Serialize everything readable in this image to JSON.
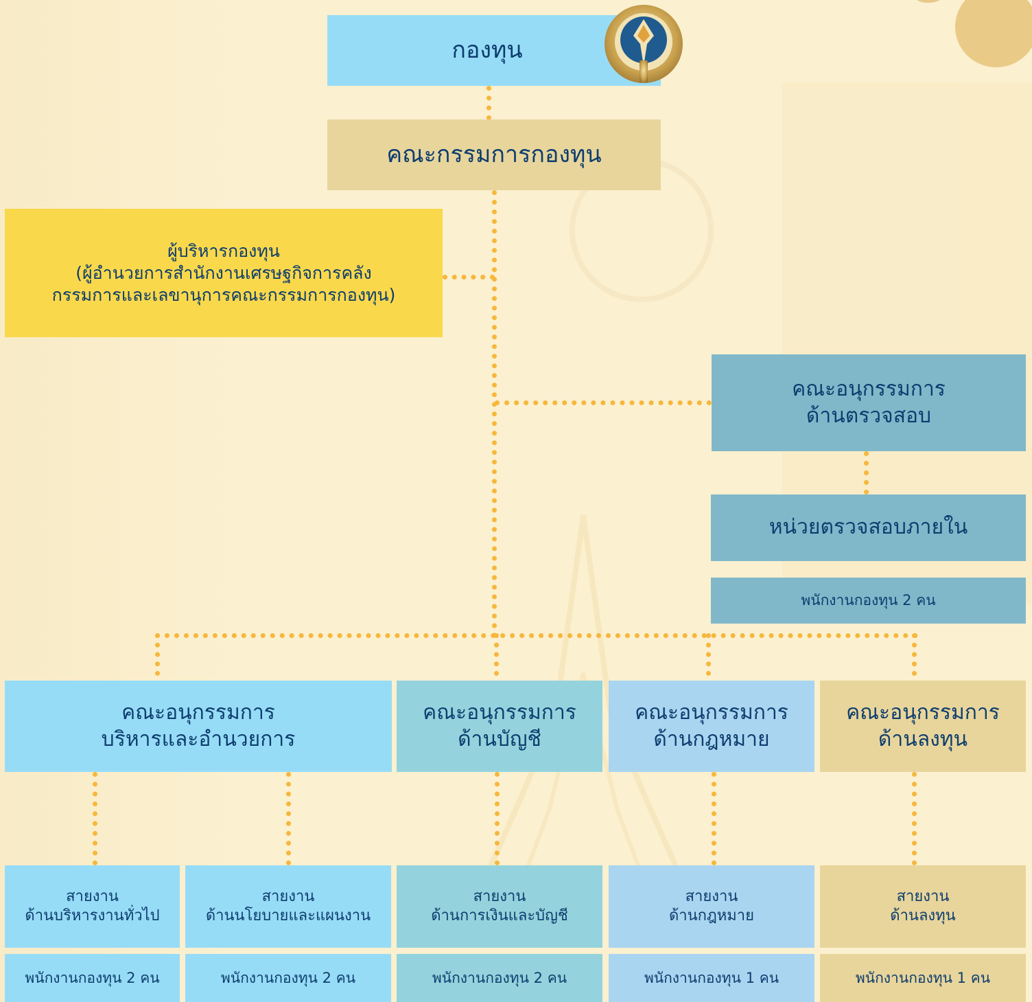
{
  "org_chart": {
    "fund": {
      "label": "กองทุน"
    },
    "logo": {
      "icon": "fund-logo-icon"
    },
    "committee": {
      "label": "คณะกรรมการกองทุน"
    },
    "manager": {
      "label": "ผู้บริหารกองทุน\n(ผู้อำนวยการสำนักงานเศรษฐกิจการคลัง\nกรรมการและเลขานุการคณะกรรมการกองทุน)"
    },
    "audit_subcommittee": {
      "label": "คณะอนุกรรมการ\nด้านตรวจสอบ"
    },
    "internal_audit": {
      "label": "หน่วยตรวจสอบภายใน",
      "staff": "พนักงานกองทุน 2 คน"
    },
    "subcommittees": [
      {
        "label": "คณะอนุกรรมการ\nบริหารและอำนวยการ"
      },
      {
        "label": "คณะอนุกรรมการ\nด้านบัญชี"
      },
      {
        "label": "คณะอนุกรรมการ\nด้านกฎหมาย"
      },
      {
        "label": "คณะอนุกรรมการ\nด้านลงทุน"
      }
    ],
    "divisions": [
      {
        "label": "สายงาน\nด้านบริหารงานทั่วไป",
        "staff": "พนักงานกองทุน 2 คน"
      },
      {
        "label": "สายงาน\nด้านนโยบายและแผนงาน",
        "staff": "พนักงานกองทุน 2 คน"
      },
      {
        "label": "สายงาน\nด้านการเงินและบัญชี",
        "staff": "พนักงานกองทุน 2 คน"
      },
      {
        "label": "สายงาน\nด้านกฎหมาย",
        "staff": "พนักงานกองทุน 1 คน"
      },
      {
        "label": "สายงาน\nด้านลงทุน",
        "staff": "พนักงานกองทุน 1 คน"
      }
    ]
  },
  "colors": {
    "background": "#fbf0cf",
    "connector": "#f6b73c",
    "text": "#0d3d6e",
    "sky_blue": "#97dcf7",
    "beige": "#e8d59c",
    "yellow": "#f9d84b",
    "steel_blue": "#80b8ca",
    "teal": "#94d3dd",
    "light_blue": "#a9d5f0"
  }
}
